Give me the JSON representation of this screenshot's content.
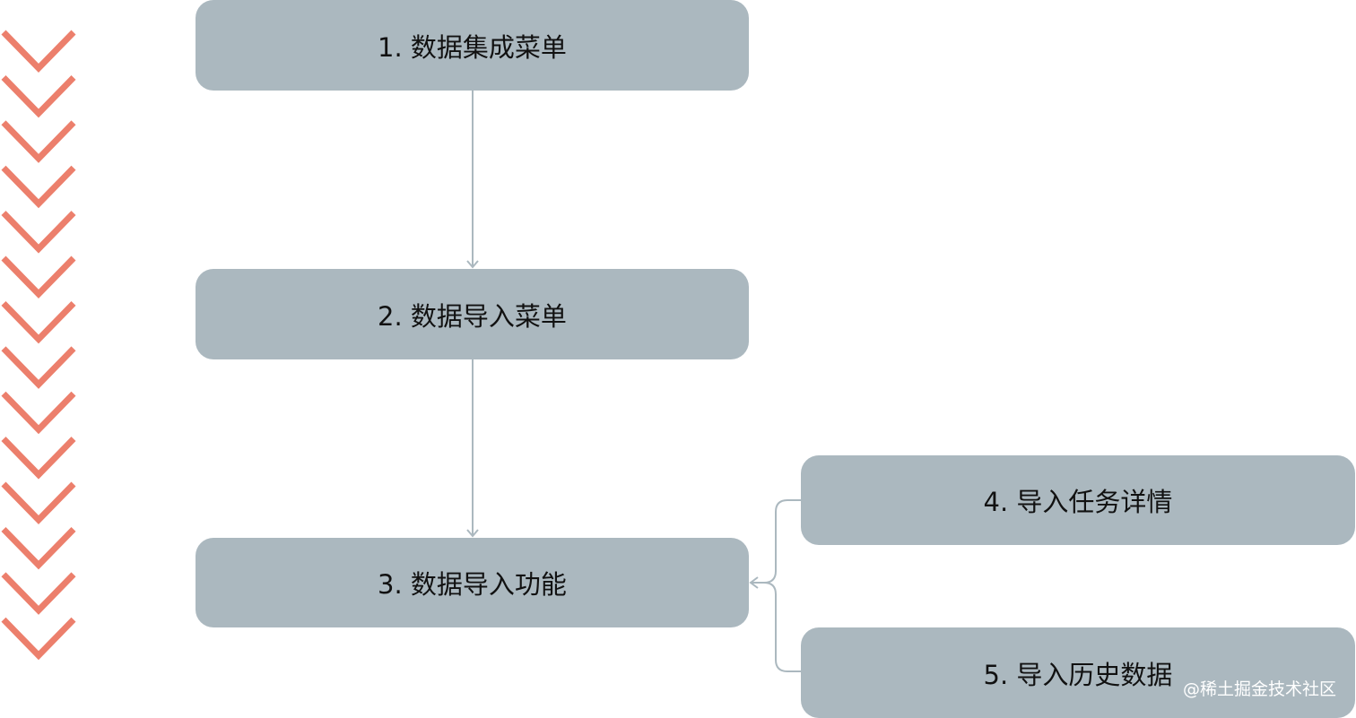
{
  "nodes": [
    {
      "id": "1",
      "label": "1. 数据集成菜单"
    },
    {
      "id": "2",
      "label": "2. 数据导入菜单"
    },
    {
      "id": "3",
      "label": "3. 数据导入功能"
    },
    {
      "id": "4",
      "label": "4. 导入任务详情"
    },
    {
      "id": "5",
      "label": "5. 导入历史数据"
    }
  ],
  "edges": [
    {
      "from": "1",
      "to": "2"
    },
    {
      "from": "2",
      "to": "3"
    },
    {
      "from": "4",
      "to": "3"
    },
    {
      "from": "5",
      "to": "3"
    }
  ],
  "watermark": "@稀土掘金技术社区",
  "colors": {
    "node_fill": "#abb8bf",
    "connector": "#abb8bf",
    "chevron": "#ec7f6c",
    "text": "#111111"
  },
  "decoration": {
    "chevron_count": 14
  }
}
